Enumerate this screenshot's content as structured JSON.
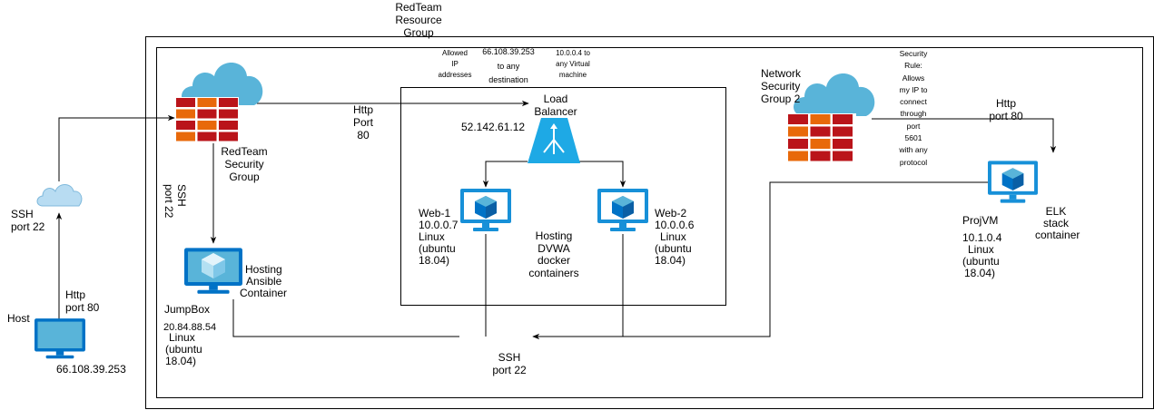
{
  "resource_group": {
    "line1": "RedTeam",
    "line2": "Resource",
    "line3": "Group"
  },
  "allowed_ip": {
    "line1": "Allowed",
    "line2": "IP",
    "line3": "addresses"
  },
  "rule_ip": {
    "line1": "66.108.39.253",
    "line2": "to any",
    "line3": "destination"
  },
  "rule_vnet": {
    "line1": "10.0.0.4 to",
    "line2": "any Virtual",
    "line3": "machine"
  },
  "load_balancer": {
    "line1": "Load",
    "line2": "Balancer",
    "ip": "52.142.61.12"
  },
  "http_lb": {
    "line1": "Http",
    "line2": "Port",
    "line3": "80"
  },
  "redteam_sg": {
    "line1": "RedTeam",
    "line2": "Security",
    "line3": "Group"
  },
  "nsg2": {
    "line1": "Network",
    "line2": "Security",
    "line3": "Group 2"
  },
  "security_rule": {
    "lines": [
      "Security",
      "Rule:",
      "Allows",
      "my IP to",
      "connect",
      "through",
      "port",
      "5601",
      "with any",
      "protocol"
    ]
  },
  "http_elk": {
    "line1": "Http",
    "line2": "port 80"
  },
  "ssh_jump": {
    "line1": "SSH",
    "line2": "port 22"
  },
  "ssh_host": {
    "line1": "SSH",
    "line2": "port 22"
  },
  "ssh_bottom": {
    "line1": "SSH",
    "line2": "port 22"
  },
  "http_host": {
    "line1": "Http",
    "line2": "port 80"
  },
  "host": {
    "label": "Host",
    "ip": "66.108.39.253"
  },
  "jumpbox": {
    "name": "JumpBox",
    "ip": "20.84.88.54",
    "os1": "Linux",
    "os2": "(ubuntu",
    "os3": "18.04)"
  },
  "ansible": {
    "line1": "Hosting",
    "line2": "Ansible",
    "line3": "Container"
  },
  "web1": {
    "name": "Web-1",
    "ip": "10.0.0.7",
    "os1": "Linux",
    "os2": "(ubuntu",
    "os3": "18.04)"
  },
  "web2": {
    "name": "Web-2",
    "ip": "10.0.0.6",
    "os1": "Linux",
    "os2": "(ubuntu",
    "os3": "18.04)"
  },
  "dvwa": {
    "line1": "Hosting",
    "line2": "DVWA",
    "line3": "docker",
    "line4": "containers"
  },
  "projvm": {
    "name": "ProjVM",
    "ip": "10.1.0.4",
    "os1": "Linux",
    "os2": "(ubuntu",
    "os3": "18.04)"
  },
  "elk": {
    "line1": "ELK",
    "line2": "stack",
    "line3": "container"
  },
  "colors": {
    "firewall_red": "#ba141a",
    "firewall_orange": "#e8690a",
    "cloud_blue": "#59b4d9",
    "monitor_blue": "#0072c6",
    "lb_blue": "#1ea9e5",
    "line": "#000000"
  }
}
